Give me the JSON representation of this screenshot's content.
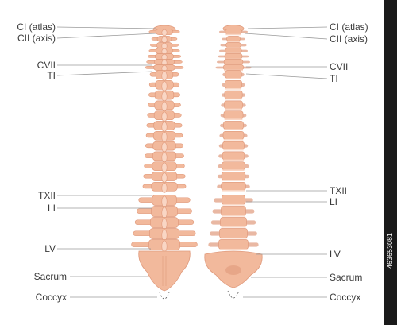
{
  "colors": {
    "bone": "#f2b99c",
    "bone_dark": "#e09a7c",
    "bone_light": "#f9d6c4",
    "leader": "#9a9a9a",
    "text": "#3a3a3a",
    "stock_bar": "#1a1a1a"
  },
  "left_labels": {
    "atlas": "CI (atlas)",
    "axis": "CII (axis)",
    "c7": "CVII",
    "t1": "TI",
    "t12": "TXII",
    "l1": "LI",
    "l5": "LV",
    "sacrum": "Sacrum",
    "coccyx": "Coccyx"
  },
  "right_labels": {
    "atlas": "CI (atlas)",
    "axis": "CII (axis)",
    "c7": "CVII",
    "t1": "TI",
    "t12": "TXII",
    "l1": "LI",
    "l5": "LV",
    "sacrum": "Sacrum",
    "coccyx": "Coccyx"
  },
  "stock_id": "463653081"
}
